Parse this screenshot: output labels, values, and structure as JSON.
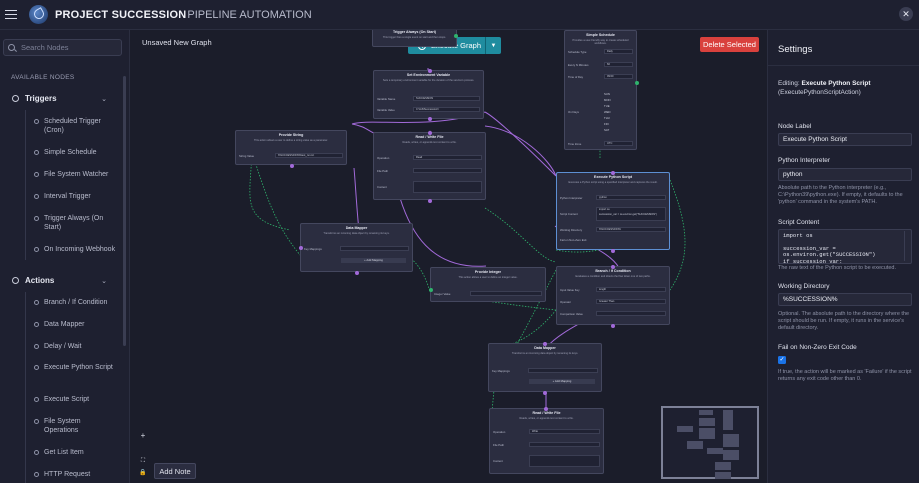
{
  "app": {
    "title": "PROJECT SUCCESSION",
    "subtitle": "PIPELINE AUTOMATION",
    "close_icon": "close-icon"
  },
  "sidebar": {
    "search_placeholder": "Search Nodes",
    "section_label": "AVAILABLE NODES",
    "triggers": {
      "label": "Triggers",
      "items": [
        "Scheduled Trigger (Cron)",
        "Simple Schedule",
        "File System Watcher",
        "Interval Trigger",
        "Trigger Always (On Start)",
        "On Incoming Webhook"
      ]
    },
    "actions": {
      "label": "Actions",
      "items": [
        "Branch / If Condition",
        "Data Mapper",
        "Delay / Wait",
        "Execute Python Script",
        "Execute Script",
        "File System Operations",
        "Get List Item",
        "HTTP Request"
      ]
    }
  },
  "canvas": {
    "graph_status": "Unsaved New Graph",
    "execute_label": "Execute Graph",
    "delete_label": "Delete Selected",
    "add_note_label": "Add Note",
    "zoom_in": "+",
    "fit": "⛶",
    "lock": "🔒",
    "nodes": {
      "trigger_always": {
        "title": "Trigger Always (On Start)",
        "desc": "This trigger fires a single event on start and then stops."
      },
      "set_env": {
        "title": "Set Environment Variable",
        "desc": "Sets a temporary environment variable for the duration of the service's process.",
        "var_name": "SUCCESSION",
        "var_value": "C:\\\\AI\\\\Succession\\\\"
      },
      "simple_schedule": {
        "title": "Simple Schedule",
        "desc": "Provides a user-friendly way to create scheduled workflows.",
        "schedule_type": "Daily",
        "every_n": "60",
        "time_of_day": "09:00",
        "days": [
          "SUN",
          "MON",
          "TUE",
          "WED",
          "THU",
          "FRI",
          "SAT"
        ],
        "timezone": "UTC"
      },
      "provide_string": {
        "title": "Provide String",
        "desc": "This action allows a user to define a string value as a parameter.",
        "label": "String Value",
        "value": "%SUCCESSION%\\\\test_run.txt"
      },
      "read_write_1": {
        "title": "Read / Write File",
        "desc": "Reads, writes, or appends text content to a file.",
        "operation": "Read"
      },
      "execute_python": {
        "title": "Execute Python Script",
        "desc": "Executes a Python script using a specified interpreter and captures the result.",
        "interpreter": "python",
        "script": "import os\nsuccession_var = os.environ.get(\"SUCCESSION\")",
        "workdir": "%SUCCESSION%"
      },
      "data_mapper_1": {
        "title": "Data Mapper",
        "desc": "Transforms an incoming data object by renaming its keys.",
        "add": "+ Add Mapping"
      },
      "provide_integer": {
        "title": "Provide Integer",
        "desc": "This action allows a user to define an integer value.",
        "label": "Integer Value"
      },
      "branch": {
        "title": "Branch / If Condition",
        "desc": "Evaluates a condition and directs the flow down one of two paths.",
        "input_value": "length",
        "operator": "Greater Than"
      },
      "data_mapper_2": {
        "title": "Data Mapper",
        "desc": "Transforms an incoming data object by renaming its keys.",
        "add": "+ Add Mapping"
      },
      "read_write_2": {
        "title": "Read / Write File",
        "desc": "Reads, writes, or appends text content to a file.",
        "operation": "Write"
      }
    }
  },
  "settings": {
    "title": "Settings",
    "editing_prefix": "Editing:",
    "editing_name": "Execute Python Script",
    "editing_type": "(ExecutePythonScriptAction)",
    "node_label_label": "Node Label",
    "node_label_value": "Execute Python Script",
    "interpreter_label": "Python Interpreter",
    "interpreter_value": "python",
    "interpreter_help": "Absolute path to the Python interpreter (e.g., C:\\Python39\\python.exe). If empty, it defaults to the 'python' command in the system's PATH.",
    "script_label": "Script Content",
    "script_value": "import os\n\nsuccession_var = \nos.environ.get(\"SUCCESSION\")\nif succession_var:",
    "script_help": "The raw text of the Python script to be executed.",
    "workdir_label": "Working Directory",
    "workdir_value": "%SUCCESSION%",
    "workdir_help": "Optional. The absolute path to the directory where the script should be run. If empty, it runs in the service's default directory.",
    "fail_label": "Fail on Non-Zero Exit Code",
    "fail_checked": true,
    "fail_help": "If true, the action will be marked as 'Failure' if the script returns any exit code other than 0."
  }
}
